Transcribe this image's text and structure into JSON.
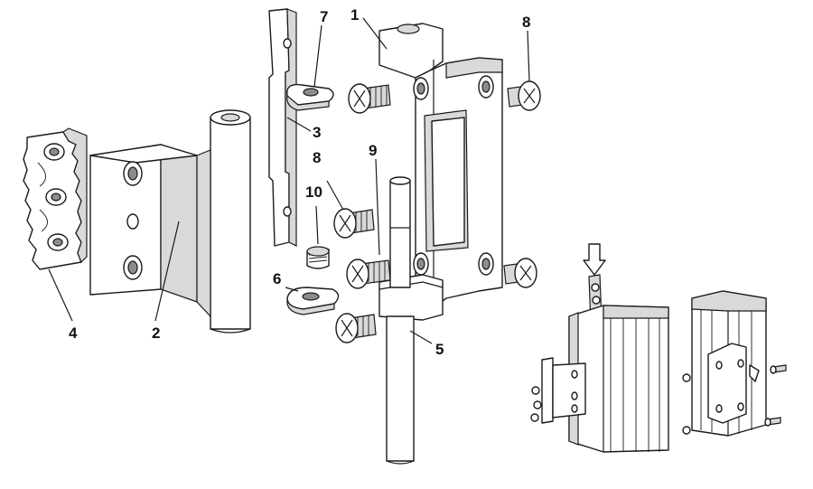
{
  "labels": {
    "l1": "1",
    "l2": "2",
    "l3": "3",
    "l4": "4",
    "l5": "5",
    "l6": "6",
    "l7": "7",
    "l8a": "8",
    "l8b": "8",
    "l9": "9",
    "l10": "10"
  },
  "colors": {
    "ink": "#1a1a1a",
    "fill": "#ffffff",
    "shade": "#d9d9d9"
  }
}
